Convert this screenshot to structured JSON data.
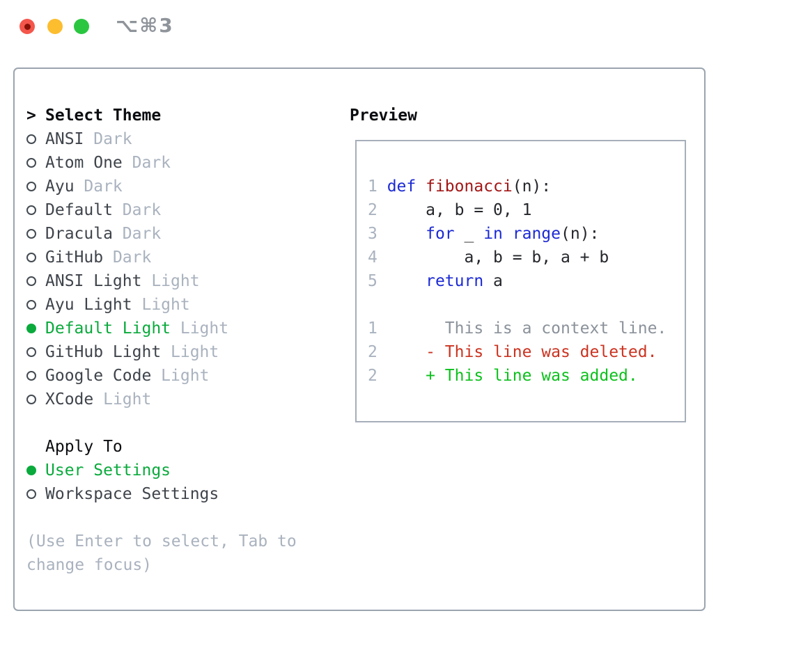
{
  "window": {
    "title": "⌥⌘3",
    "traffic_lights": [
      "close",
      "minimize",
      "zoom"
    ]
  },
  "theme_list": {
    "header_prefix": ">",
    "header": "Select Theme",
    "items": [
      {
        "name": "ANSI",
        "variant": "Dark",
        "selected": false
      },
      {
        "name": "Atom One",
        "variant": "Dark",
        "selected": false
      },
      {
        "name": "Ayu",
        "variant": "Dark",
        "selected": false
      },
      {
        "name": "Default",
        "variant": "Dark",
        "selected": false
      },
      {
        "name": "Dracula",
        "variant": "Dark",
        "selected": false
      },
      {
        "name": "GitHub",
        "variant": "Dark",
        "selected": false
      },
      {
        "name": "ANSI Light",
        "variant": "Light",
        "selected": false
      },
      {
        "name": "Ayu Light",
        "variant": "Light",
        "selected": false
      },
      {
        "name": "Default Light",
        "variant": "Light",
        "selected": true
      },
      {
        "name": "GitHub Light",
        "variant": "Light",
        "selected": false
      },
      {
        "name": "Google Code",
        "variant": "Light",
        "selected": false
      },
      {
        "name": "XCode",
        "variant": "Light",
        "selected": false
      }
    ]
  },
  "apply_to": {
    "header": "Apply To",
    "options": [
      {
        "label": "User Settings",
        "selected": true
      },
      {
        "label": "Workspace Settings",
        "selected": false
      }
    ]
  },
  "hint": "(Use Enter to select, Tab to change focus)",
  "preview": {
    "header": "Preview",
    "lines": [
      {
        "num": "1",
        "segments": [
          {
            "t": "def",
            "c": "keyword"
          },
          {
            "t": " ",
            "c": "code"
          },
          {
            "t": "fibonacci",
            "c": "function"
          },
          {
            "t": "(n):",
            "c": "code"
          }
        ]
      },
      {
        "num": "2",
        "segments": [
          {
            "t": "    a, b = 0, 1",
            "c": "code"
          }
        ]
      },
      {
        "num": "3",
        "segments": [
          {
            "t": "    ",
            "c": "code"
          },
          {
            "t": "for",
            "c": "keyword"
          },
          {
            "t": " _ ",
            "c": "code"
          },
          {
            "t": "in",
            "c": "keyword"
          },
          {
            "t": " ",
            "c": "code"
          },
          {
            "t": "range",
            "c": "keyword"
          },
          {
            "t": "(n):",
            "c": "code"
          }
        ]
      },
      {
        "num": "4",
        "segments": [
          {
            "t": "        a, b = b, a + b",
            "c": "code"
          }
        ]
      },
      {
        "num": "5",
        "segments": [
          {
            "t": "    ",
            "c": "code"
          },
          {
            "t": "return",
            "c": "keyword"
          },
          {
            "t": " a",
            "c": "code"
          }
        ]
      },
      {
        "num": "",
        "segments": []
      },
      {
        "num": "1",
        "segments": [
          {
            "t": "      This is a context line.",
            "c": "context"
          }
        ]
      },
      {
        "num": "2",
        "segments": [
          {
            "t": "    - This line was deleted.",
            "c": "deleted"
          }
        ]
      },
      {
        "num": "2",
        "segments": [
          {
            "t": "    + This line was added.",
            "c": "added"
          }
        ]
      }
    ]
  },
  "colors": {
    "accent-green": "#0aaa3c",
    "diff-added": "#0cc01c",
    "diff-deleted": "#cb3320",
    "diff-context": "#8b929a",
    "keyword": "#1c2ad4",
    "function": "#a31515",
    "code": "#24262b",
    "line-number": "#a9b2be",
    "muted": "#a9b2be",
    "item-text": "#3f444b",
    "header-text": "#0b0d10",
    "panel-border": "#9ba4af",
    "box-border": "#a6aeba",
    "title-gray": "#8f949b",
    "traffic-red": "#f4564b",
    "traffic-red-dot": "#871107",
    "traffic-yellow": "#fcbd2f",
    "traffic-green": "#2ac640"
  }
}
